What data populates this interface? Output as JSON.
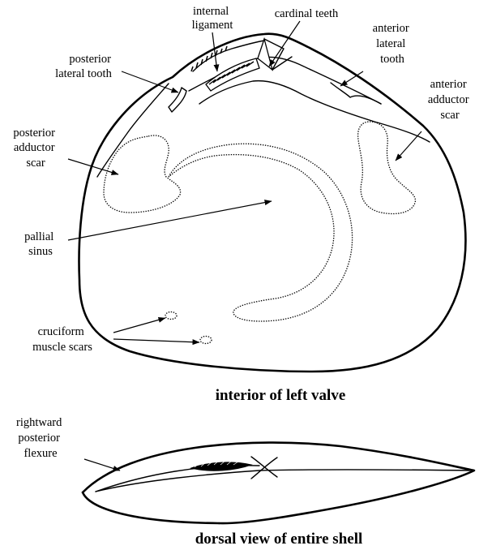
{
  "labels": {
    "internal_ligament": [
      "internal",
      "ligament"
    ],
    "cardinal_teeth": [
      "cardinal teeth"
    ],
    "anterior_lateral_tooth": [
      "anterior",
      "lateral",
      "tooth"
    ],
    "posterior_lateral_tooth": [
      "posterior",
      "lateral tooth"
    ],
    "anterior_adductor_scar": [
      "anterior",
      "adductor",
      "scar"
    ],
    "posterior_adductor_scar": [
      "posterior",
      "adductor",
      "scar"
    ],
    "pallial_sinus": [
      "pallial",
      "sinus"
    ],
    "cruciform_muscle_scars": [
      "cruciform",
      "muscle scars"
    ],
    "rightward_posterior_flexure": [
      "rightward",
      "posterior",
      "flexure"
    ]
  },
  "captions": {
    "interior": "interior of left valve",
    "dorsal": "dorsal view of entire shell"
  }
}
